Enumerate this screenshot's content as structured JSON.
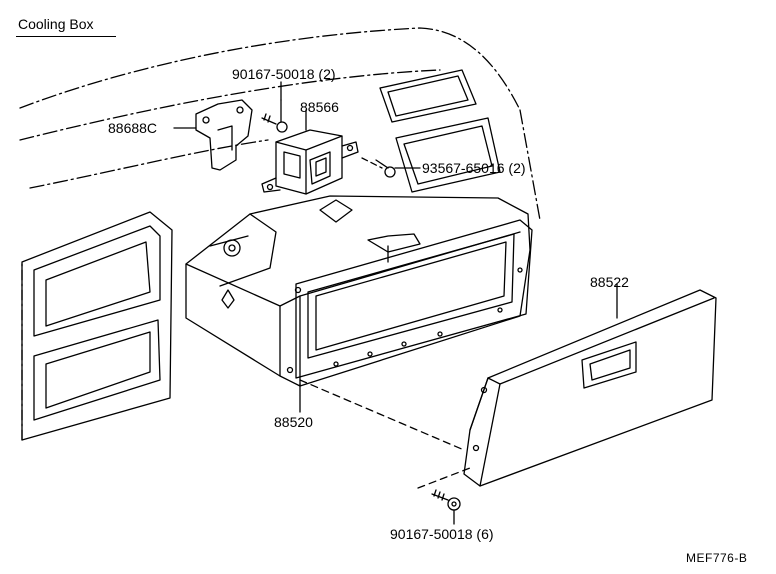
{
  "diagram": {
    "title": "Cooling Box",
    "code": "MEF776-B",
    "labels": {
      "p90167_top": "90167-50018 (2)",
      "p88566": "88566",
      "p88688c": "88688C",
      "p93567": "93567-65016 (2)",
      "p88522": "88522",
      "p88520": "88520",
      "p90167_bottom": "90167-50018 (6)"
    }
  }
}
